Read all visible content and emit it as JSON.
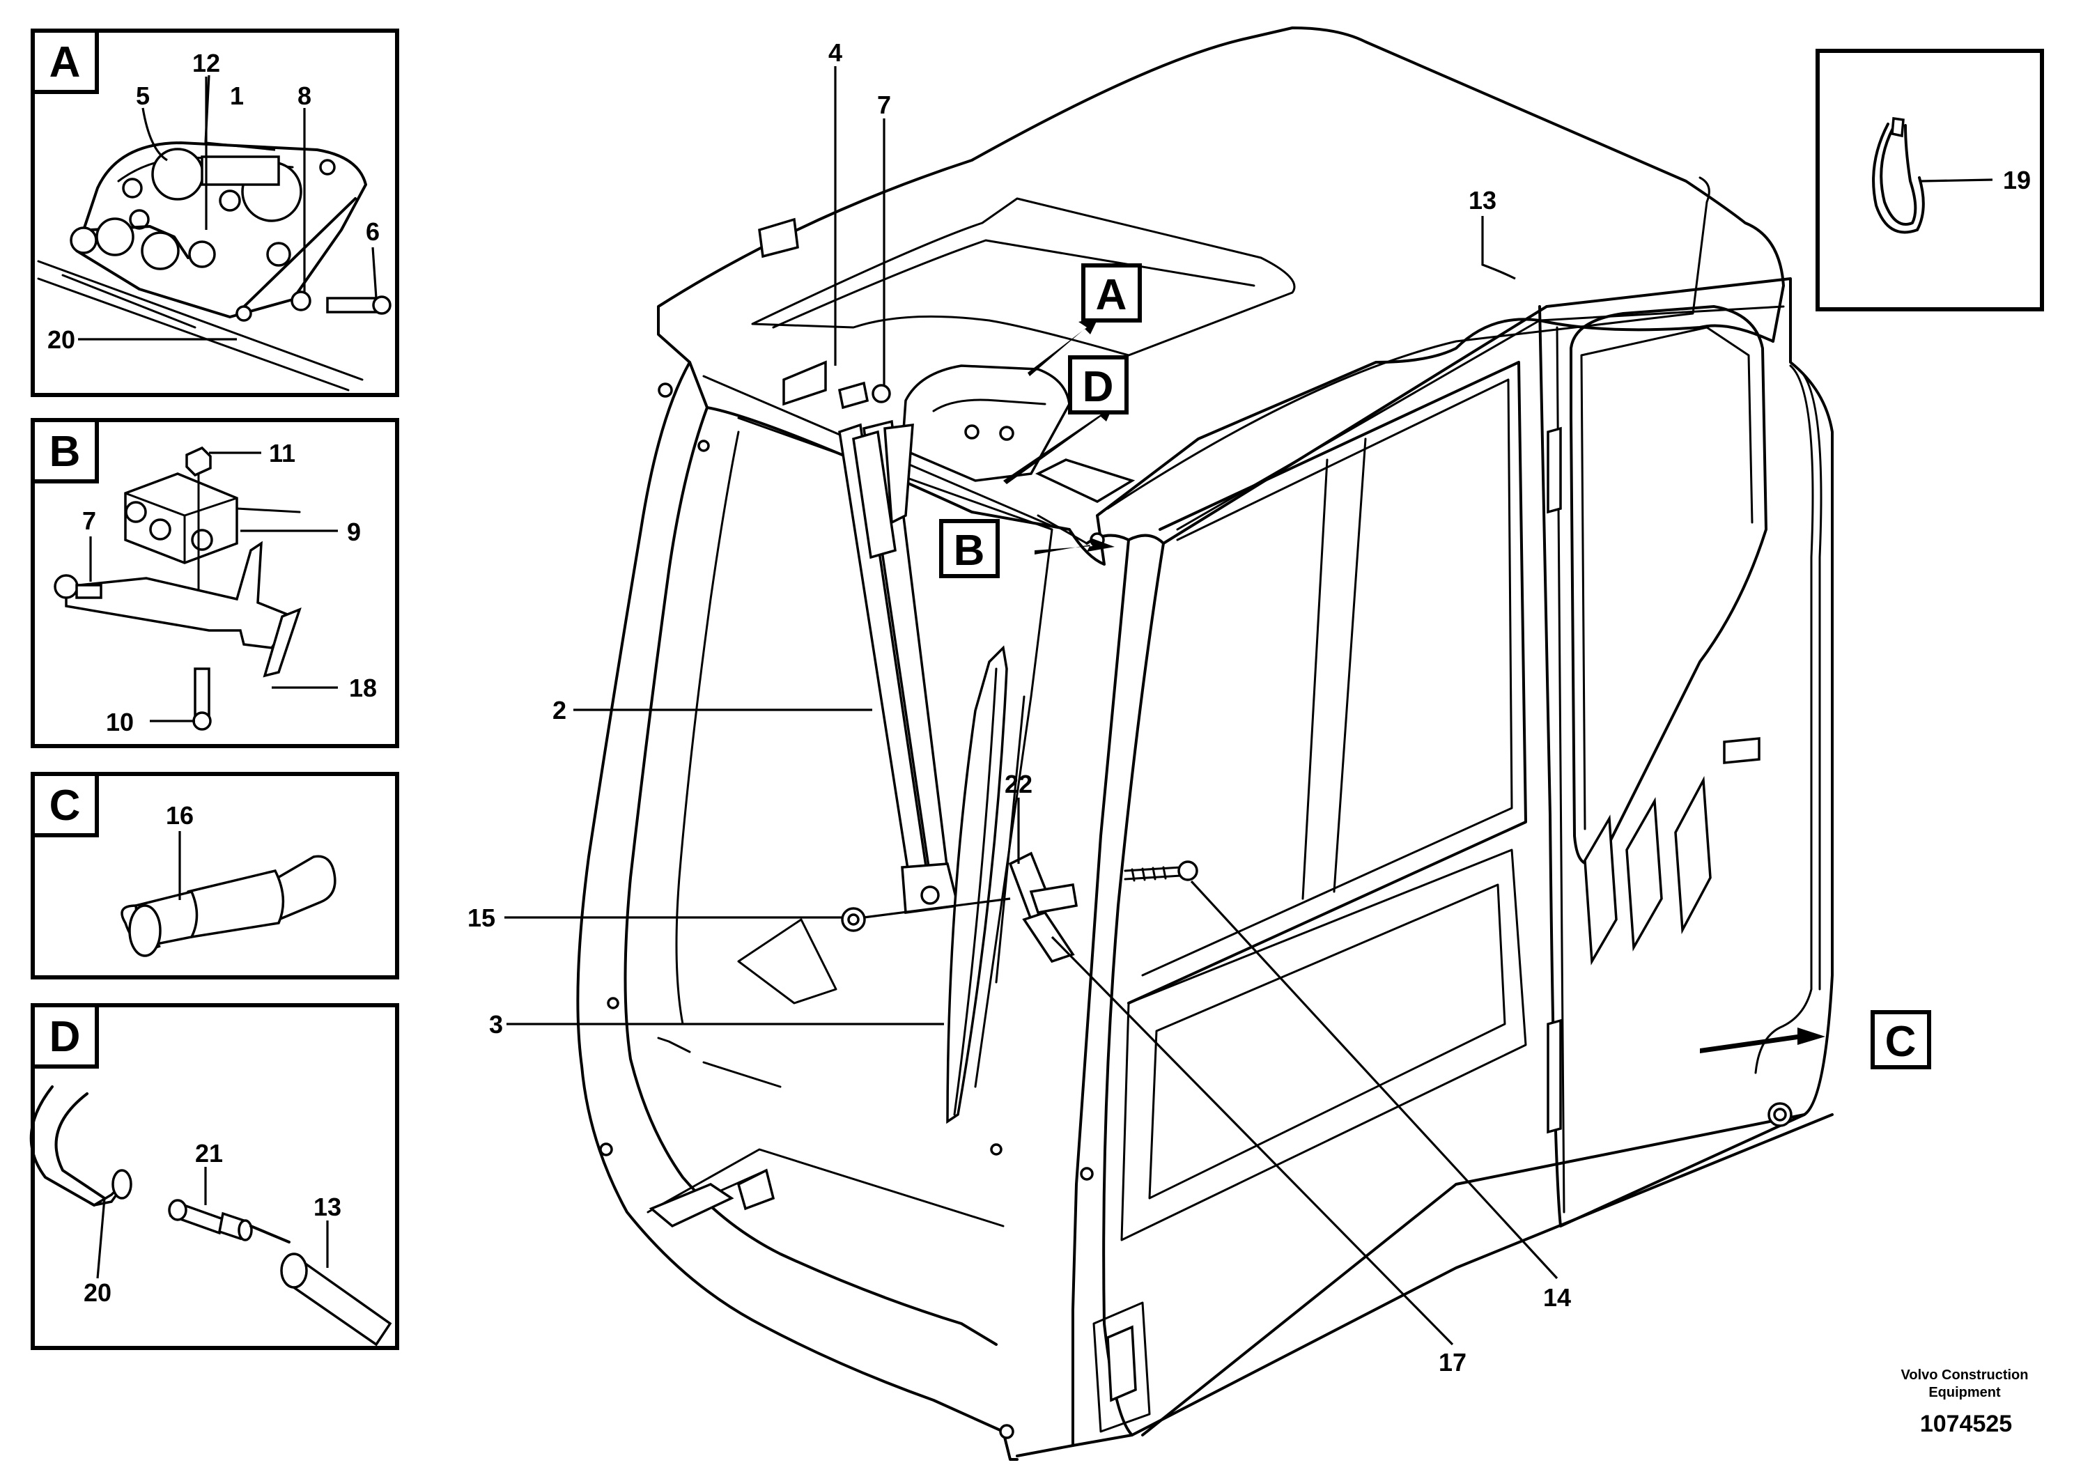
{
  "callouts": {
    "c1": "1",
    "c2": "2",
    "c3": "3",
    "c4": "4",
    "c5": "5",
    "c6": "6",
    "c7a": "7",
    "c7b": "7",
    "c8": "8",
    "c9": "9",
    "c10": "10",
    "c11": "11",
    "c12": "12",
    "c13a": "13",
    "c13b": "13",
    "c14": "14",
    "c15": "15",
    "c16": "16",
    "c17": "17",
    "c18": "18",
    "c19": "19",
    "c20a": "20",
    "c20b": "20",
    "c21": "21",
    "c22": "22"
  },
  "detail_labels": {
    "a": "A",
    "b": "B",
    "c": "C",
    "d": "D"
  },
  "view_markers": {
    "a": "A",
    "b": "B",
    "c": "C",
    "d": "D"
  },
  "footer": {
    "company_line1": "Volvo Construction",
    "company_line2": "Equipment",
    "drawing_number": "1074525"
  }
}
